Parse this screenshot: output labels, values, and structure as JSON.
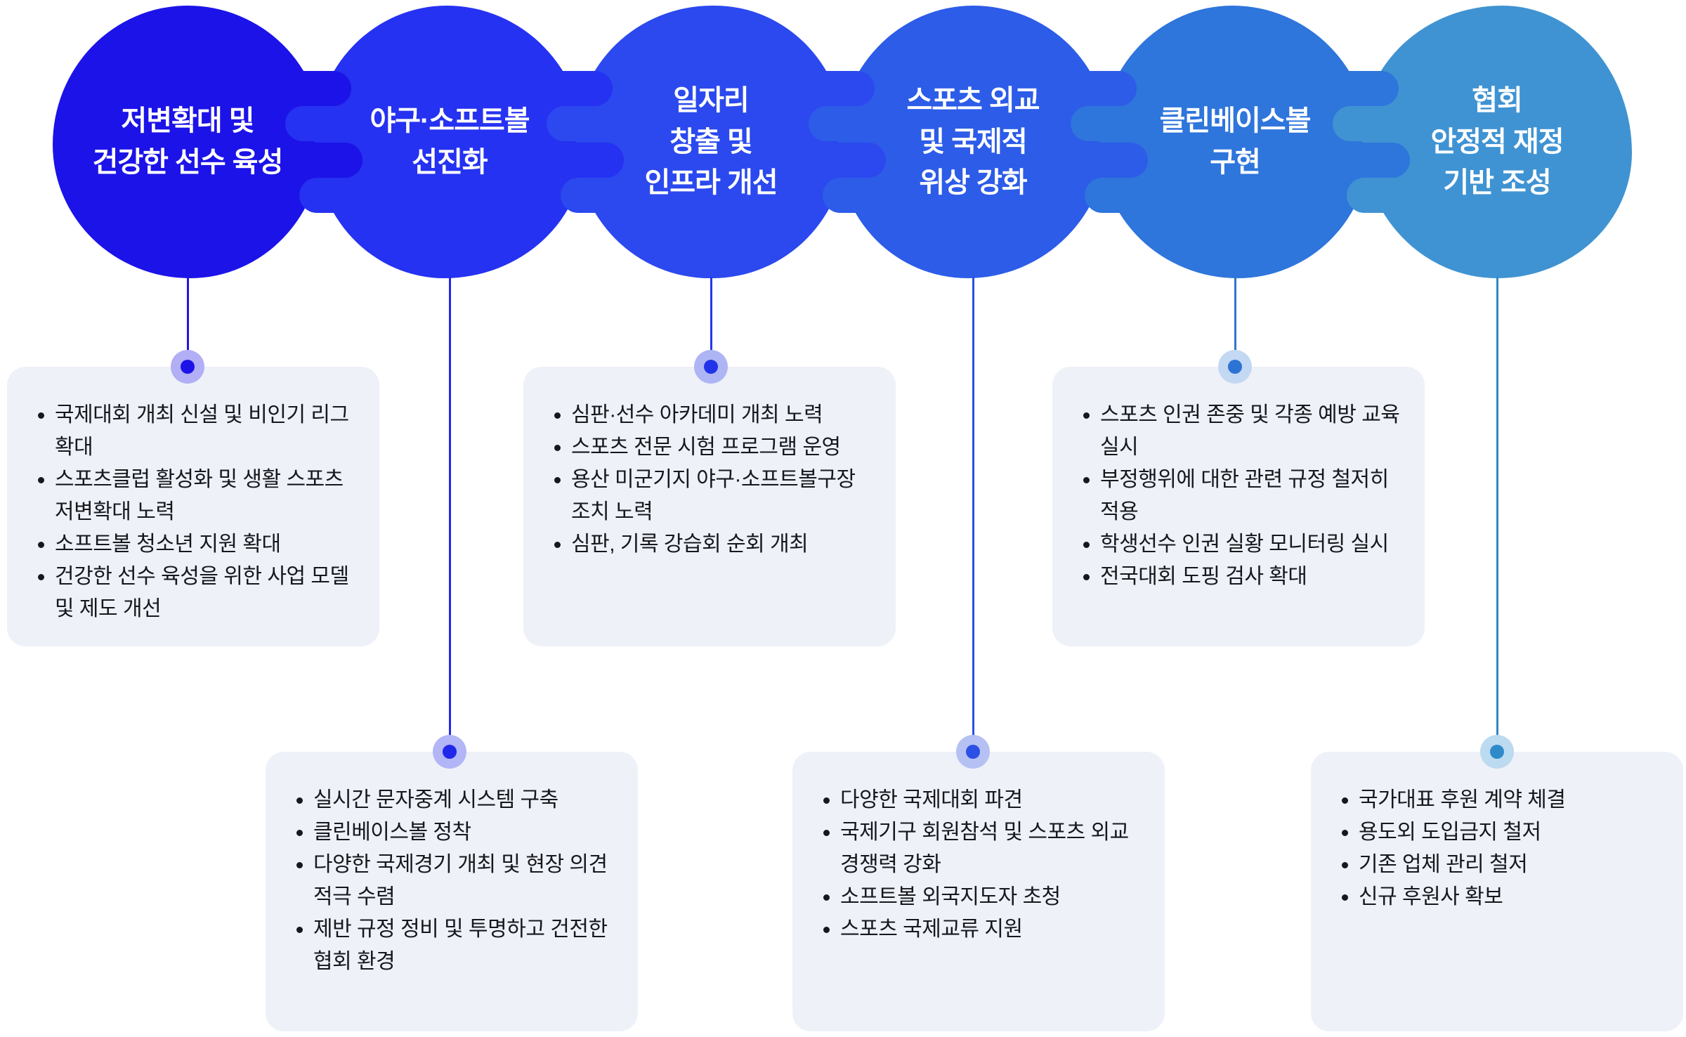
{
  "diagram": {
    "card_bg": "#eef1f8",
    "text_color": "#16181d",
    "background": "#ffffff",
    "columns": [
      {
        "circle_label": "저변확대 및\n건강한 선수 육성",
        "circle_color": "#1c13e8",
        "line_color": "#2217e0",
        "dot_ring": "#b2aff6",
        "dot_core": "#1c13e8",
        "card_position": "top",
        "bullets": [
          "국제대회 개최 신설 및 비인기 리그\n확대",
          "스포츠클럽 활성화 및 생활 스포츠\n저변확대 노력",
          "소프트볼 청소년 지원 확대",
          "건강한 선수 육성을 위한 사업 모델\n및 제도 개선"
        ]
      },
      {
        "circle_label": "야구·소프트볼\n선진화",
        "circle_color": "#2532f1",
        "line_color": "#2429ea",
        "dot_ring": "#b2b5f6",
        "dot_core": "#2026ea",
        "card_position": "bottom",
        "bullets": [
          "실시간 문자중계 시스템 구축",
          "클린베이스볼 정착",
          "다양한 국제경기 개최 및 현장 의견\n적극 수렴",
          "제반 규정 정비 및 투명하고 건전한\n협회 환경"
        ]
      },
      {
        "circle_label": "일자리\n창출 및\n인프라 개선",
        "circle_color": "#2b49ee",
        "line_color": "#2638e8",
        "dot_ring": "#aeb5f4",
        "dot_core": "#2133e8",
        "card_position": "top",
        "bullets": [
          "심판·선수 아카데미 개최 노력",
          "스포츠 전문 시험 프로그램 운영",
          "용산 미군기지 야구·소프트볼구장\n조치 노력",
          "심판, 기록 강습회 순회 개최"
        ]
      },
      {
        "circle_label": "스포츠 외교\n및 국제적\n위상 강화",
        "circle_color": "#2c5ce8",
        "line_color": "#2a52e0",
        "dot_ring": "#b5c1f3",
        "dot_core": "#2a50e4",
        "card_position": "bottom",
        "bullets": [
          "다양한 국제대회 파견",
          "국제기구 회원참석 및 스포츠 외교\n경쟁력 강화",
          "소프트볼 외국지도자 초청",
          "스포츠 국제교류 지원"
        ]
      },
      {
        "circle_label": "클린베이스볼\n구현",
        "circle_color": "#2e75dc",
        "line_color": "#2e74d2",
        "dot_ring": "#c3d8f2",
        "dot_core": "#2d73d3",
        "card_position": "top",
        "bullets": [
          "스포츠 인권 존중 및 각종 예방 교육\n실시",
          "부정행위에 대한 관련 규정 철저히\n적용",
          "학생선수 인권 실황 모니터링 실시",
          "전국대회 도핑 검사 확대"
        ]
      },
      {
        "circle_label": "협회\n안정적 재정\n기반 조성",
        "circle_color": "#3f93d2",
        "line_color": "#3187c8",
        "dot_ring": "#bcdaf0",
        "dot_core": "#2f8aca",
        "card_position": "bottom",
        "bullets": [
          "국가대표 후원 계약 체결",
          "용도외 도입금지 철저",
          "기존 업체 관리 철저",
          "신규 후원사 확보"
        ]
      }
    ]
  }
}
